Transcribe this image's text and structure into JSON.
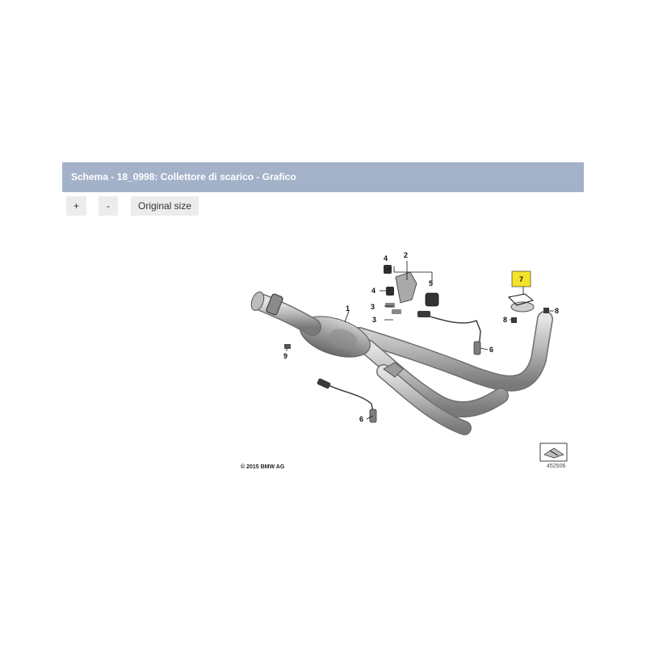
{
  "header": {
    "title": "Schema - 18_0998: Collettore di scarico - Grafico"
  },
  "toolbar": {
    "zoom_in_label": "+",
    "zoom_out_label": "-",
    "original_size_label": "Original size"
  },
  "diagram": {
    "copyright": "© 2015 BMW AG",
    "drawing_number": "452506",
    "callouts": [
      "1",
      "2",
      "3",
      "3",
      "4",
      "4",
      "5",
      "6",
      "6",
      "7",
      "8",
      "8",
      "9"
    ]
  },
  "colors": {
    "header_bg": "#a3b2c9",
    "header_text": "#ffffff",
    "button_bg": "#ececec",
    "highlight": "#f5e32a"
  }
}
